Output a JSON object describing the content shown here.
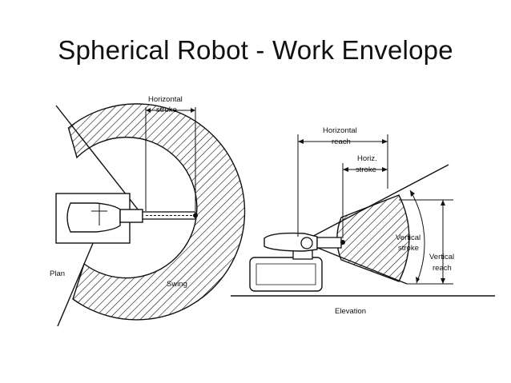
{
  "slide": {
    "title": "Spherical Robot - Work Envelope"
  },
  "plan": {
    "title": "Plan",
    "horizontal_stroke": [
      "Horizontal",
      "stroke"
    ],
    "swing": "Swing"
  },
  "elevation": {
    "title": "Elevation",
    "horizontal_reach": [
      "Horizontal",
      "reach"
    ],
    "horiz_stroke": [
      "Horiz.",
      "stroke"
    ],
    "vertical_stroke": [
      "Vertical",
      "stroke"
    ],
    "vertical_reach": [
      "Vertical",
      "reach"
    ]
  }
}
